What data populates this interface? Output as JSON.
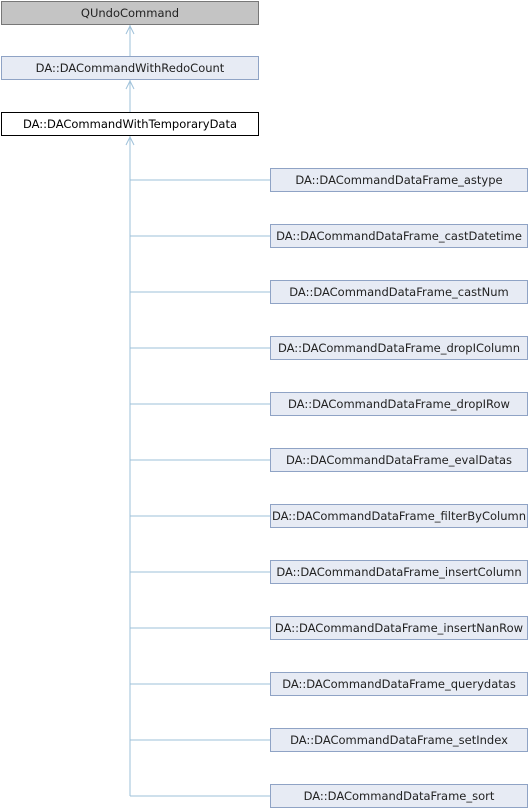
{
  "diagram": {
    "ancestors": [
      {
        "id": "qundo",
        "label": "QUndoCommand",
        "kind": "external"
      },
      {
        "id": "redocount",
        "label": "DA::DACommandWithRedoCount",
        "kind": "normal"
      },
      {
        "id": "tempdata",
        "label": "DA::DACommandWithTemporaryData",
        "kind": "current"
      }
    ],
    "children": [
      "DA::DACommandDataFrame_astype",
      "DA::DACommandDataFrame_castDatetime",
      "DA::DACommandDataFrame_castNum",
      "DA::DACommandDataFrame_dropIColumn",
      "DA::DACommandDataFrame_dropIRow",
      "DA::DACommandDataFrame_evalDatas",
      "DA::DACommandDataFrame_filterByColumn",
      "DA::DACommandDataFrame_insertColumn",
      "DA::DACommandDataFrame_insertNanRow",
      "DA::DACommandDataFrame_querydatas",
      "DA::DACommandDataFrame_setIndex",
      "DA::DACommandDataFrame_sort"
    ],
    "colors": {
      "edge": "#9ec1da",
      "node_fill": "#e7ebf4",
      "node_border": "#8fa3c5",
      "external_fill": "#c4c4c4",
      "current_border": "#000000"
    }
  }
}
